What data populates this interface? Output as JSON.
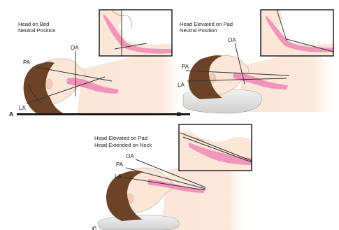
{
  "panels": [
    {
      "letter": "A",
      "caption_line1": "Head on Bed",
      "caption_line2": "Neutral Position",
      "axes": {
        "oa": "OA",
        "pa": "PA",
        "la": "LA"
      },
      "support": "bed"
    },
    {
      "letter": "B",
      "caption_line1": "Head Elevated on Pad",
      "caption_line2": "Neutral Position",
      "axes": {
        "oa": "OA",
        "pa": "PA",
        "la": "LA"
      },
      "support": "pad"
    },
    {
      "letter": "C",
      "caption_line1": "Head Elevated on Pad",
      "caption_line2": "Head Extended on Neck",
      "axes": {
        "oa": "OA",
        "pa": "PA",
        "la": "LA"
      },
      "support": "pad"
    }
  ],
  "colors": {
    "skin": "#fbe6d8",
    "skin_shade": "#f3cdb8",
    "hair": "#6b4328",
    "hair_dark": "#4a2c18",
    "airway": "#ee82b4",
    "airway_light": "#f7b8d2",
    "axis_line": "#333333",
    "pad": "#e4e4e4",
    "inset_frame": "#111111"
  }
}
